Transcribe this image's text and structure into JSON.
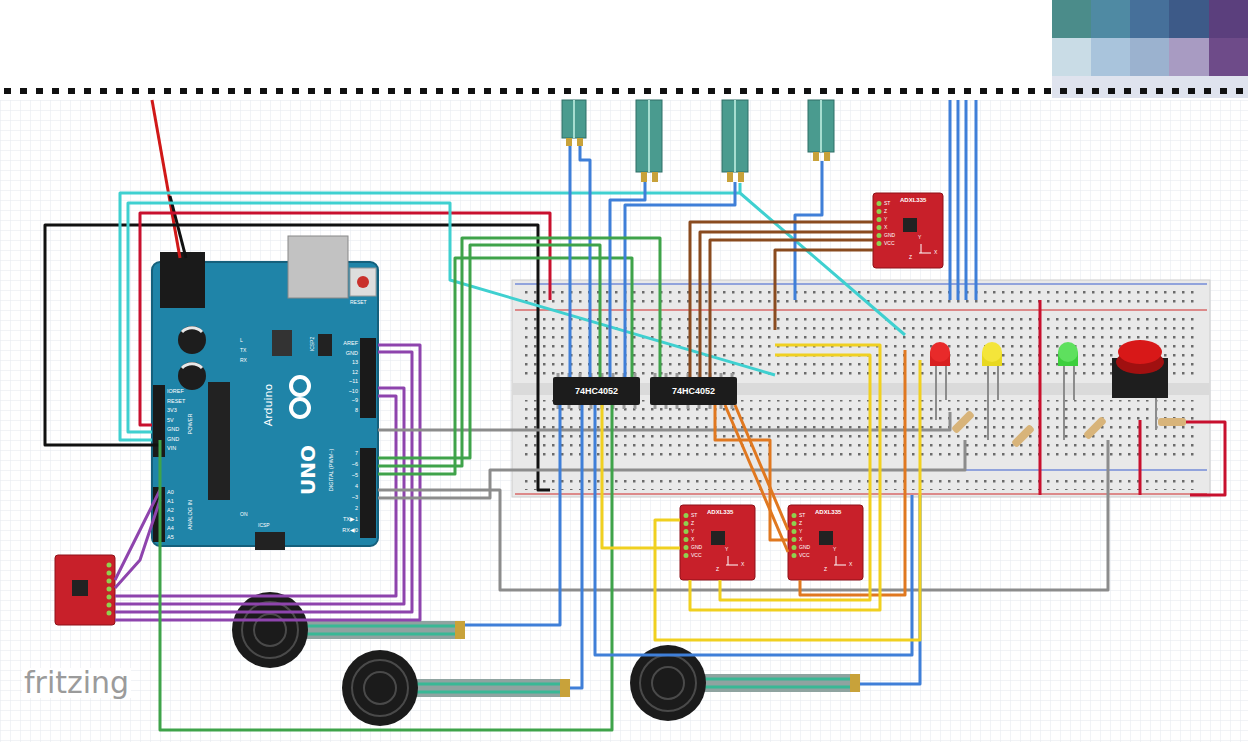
{
  "diagram": {
    "nodes": [
      {
        "text": [
          "Arduino",
          "UNO"
        ]
      },
      {
        "text": [
          "74HC4052"
        ]
      },
      {
        "text": [
          "74HC4052"
        ]
      },
      {
        "text": [
          "ADXL335",
          "ST",
          "Z",
          "Y",
          "X",
          "GND",
          "VCC",
          "X",
          "Y",
          "Z"
        ]
      },
      {
        "text": [
          "ADXL335",
          "ST",
          "Z",
          "Y",
          "X",
          "GND",
          "VCC",
          "X",
          "Y",
          "Z"
        ]
      },
      {
        "text": [
          "ADXL335",
          "ST",
          "Z",
          "Y",
          "X",
          "GND",
          "VCC",
          "X",
          "Y",
          "Z"
        ]
      }
    ],
    "edges": [
      {
        "from": 0,
        "to": 1,
        "arrow": "none"
      },
      {
        "from": 0,
        "to": 2,
        "arrow": "none"
      },
      {
        "from": 3,
        "to": 2,
        "arrow": "none"
      },
      {
        "from": 5,
        "to": 2,
        "arrow": "none"
      },
      {
        "from": 4,
        "to": 1,
        "arrow": "none"
      }
    ],
    "labels": [
      "fritzing",
      "RESET",
      "ICSP2",
      "AREF",
      "GND",
      "13",
      "12",
      "~11",
      "~10",
      "~9",
      "8",
      "7",
      "~6",
      "~5",
      "4",
      "~3",
      "2",
      "TX▶1",
      "RX◀0",
      "DIGITAL (PWM~)",
      "IOREF",
      "RESET",
      "3V3",
      "5V",
      "GND",
      "GND",
      "VIN",
      "POWER",
      "A0",
      "A1",
      "A2",
      "A3",
      "A4",
      "A5",
      "ANALOG IN",
      "ICSP",
      "ON",
      "L",
      "TX",
      "RX"
    ]
  }
}
